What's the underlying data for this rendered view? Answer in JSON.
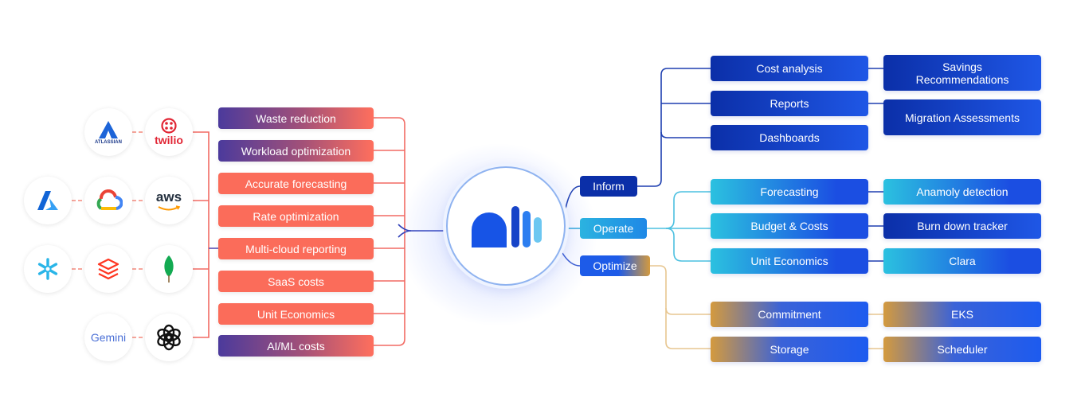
{
  "integrations": [
    {
      "name": "Atlassian",
      "text": "ATLASSIAN",
      "icon": "atlassian-icon"
    },
    {
      "name": "Twilio",
      "text": "twilio",
      "icon": "twilio-icon"
    },
    {
      "name": "Azure",
      "icon": "azure-icon"
    },
    {
      "name": "Google Cloud",
      "icon": "google-cloud-icon"
    },
    {
      "name": "AWS",
      "text": "aws",
      "icon": "aws-icon"
    },
    {
      "name": "Snowflake",
      "icon": "snowflake-icon"
    },
    {
      "name": "Databricks",
      "icon": "databricks-icon"
    },
    {
      "name": "MongoDB",
      "icon": "mongodb-icon"
    },
    {
      "name": "Gemini",
      "text": "Gemini",
      "icon": "gemini-icon"
    },
    {
      "name": "OpenAI",
      "icon": "openai-icon"
    }
  ],
  "capabilities": [
    "Waste reduction",
    "Workload optimization",
    "Accurate forecasting",
    "Rate optimization",
    "Multi-cloud reporting",
    "SaaS costs",
    "Unit Economics",
    "AI/ML costs"
  ],
  "hub": {
    "icon": "platform-logo-icon"
  },
  "branches": {
    "inform": "Inform",
    "operate": "Operate",
    "optimize": "Optimize"
  },
  "inform": {
    "items": [
      "Cost analysis",
      "Reports",
      "Dashboards"
    ],
    "extras": [
      "Savings Recommendations",
      "Migration Assessments"
    ]
  },
  "operate": {
    "items": [
      "Forecasting",
      "Budget & Costs",
      "Unit Economics"
    ],
    "extras": [
      "Anamoly detection",
      "Burn down tracker",
      "Clara"
    ]
  },
  "optimize": {
    "items": [
      "Commitment",
      "Storage"
    ],
    "extras": [
      "EKS",
      "Scheduler"
    ]
  },
  "colors": {
    "coral": "#fb6c5a",
    "navy": "#0b2fa8",
    "blue": "#1f57e6",
    "cyan": "#2bc1e0",
    "gold": "#d49a3e"
  }
}
